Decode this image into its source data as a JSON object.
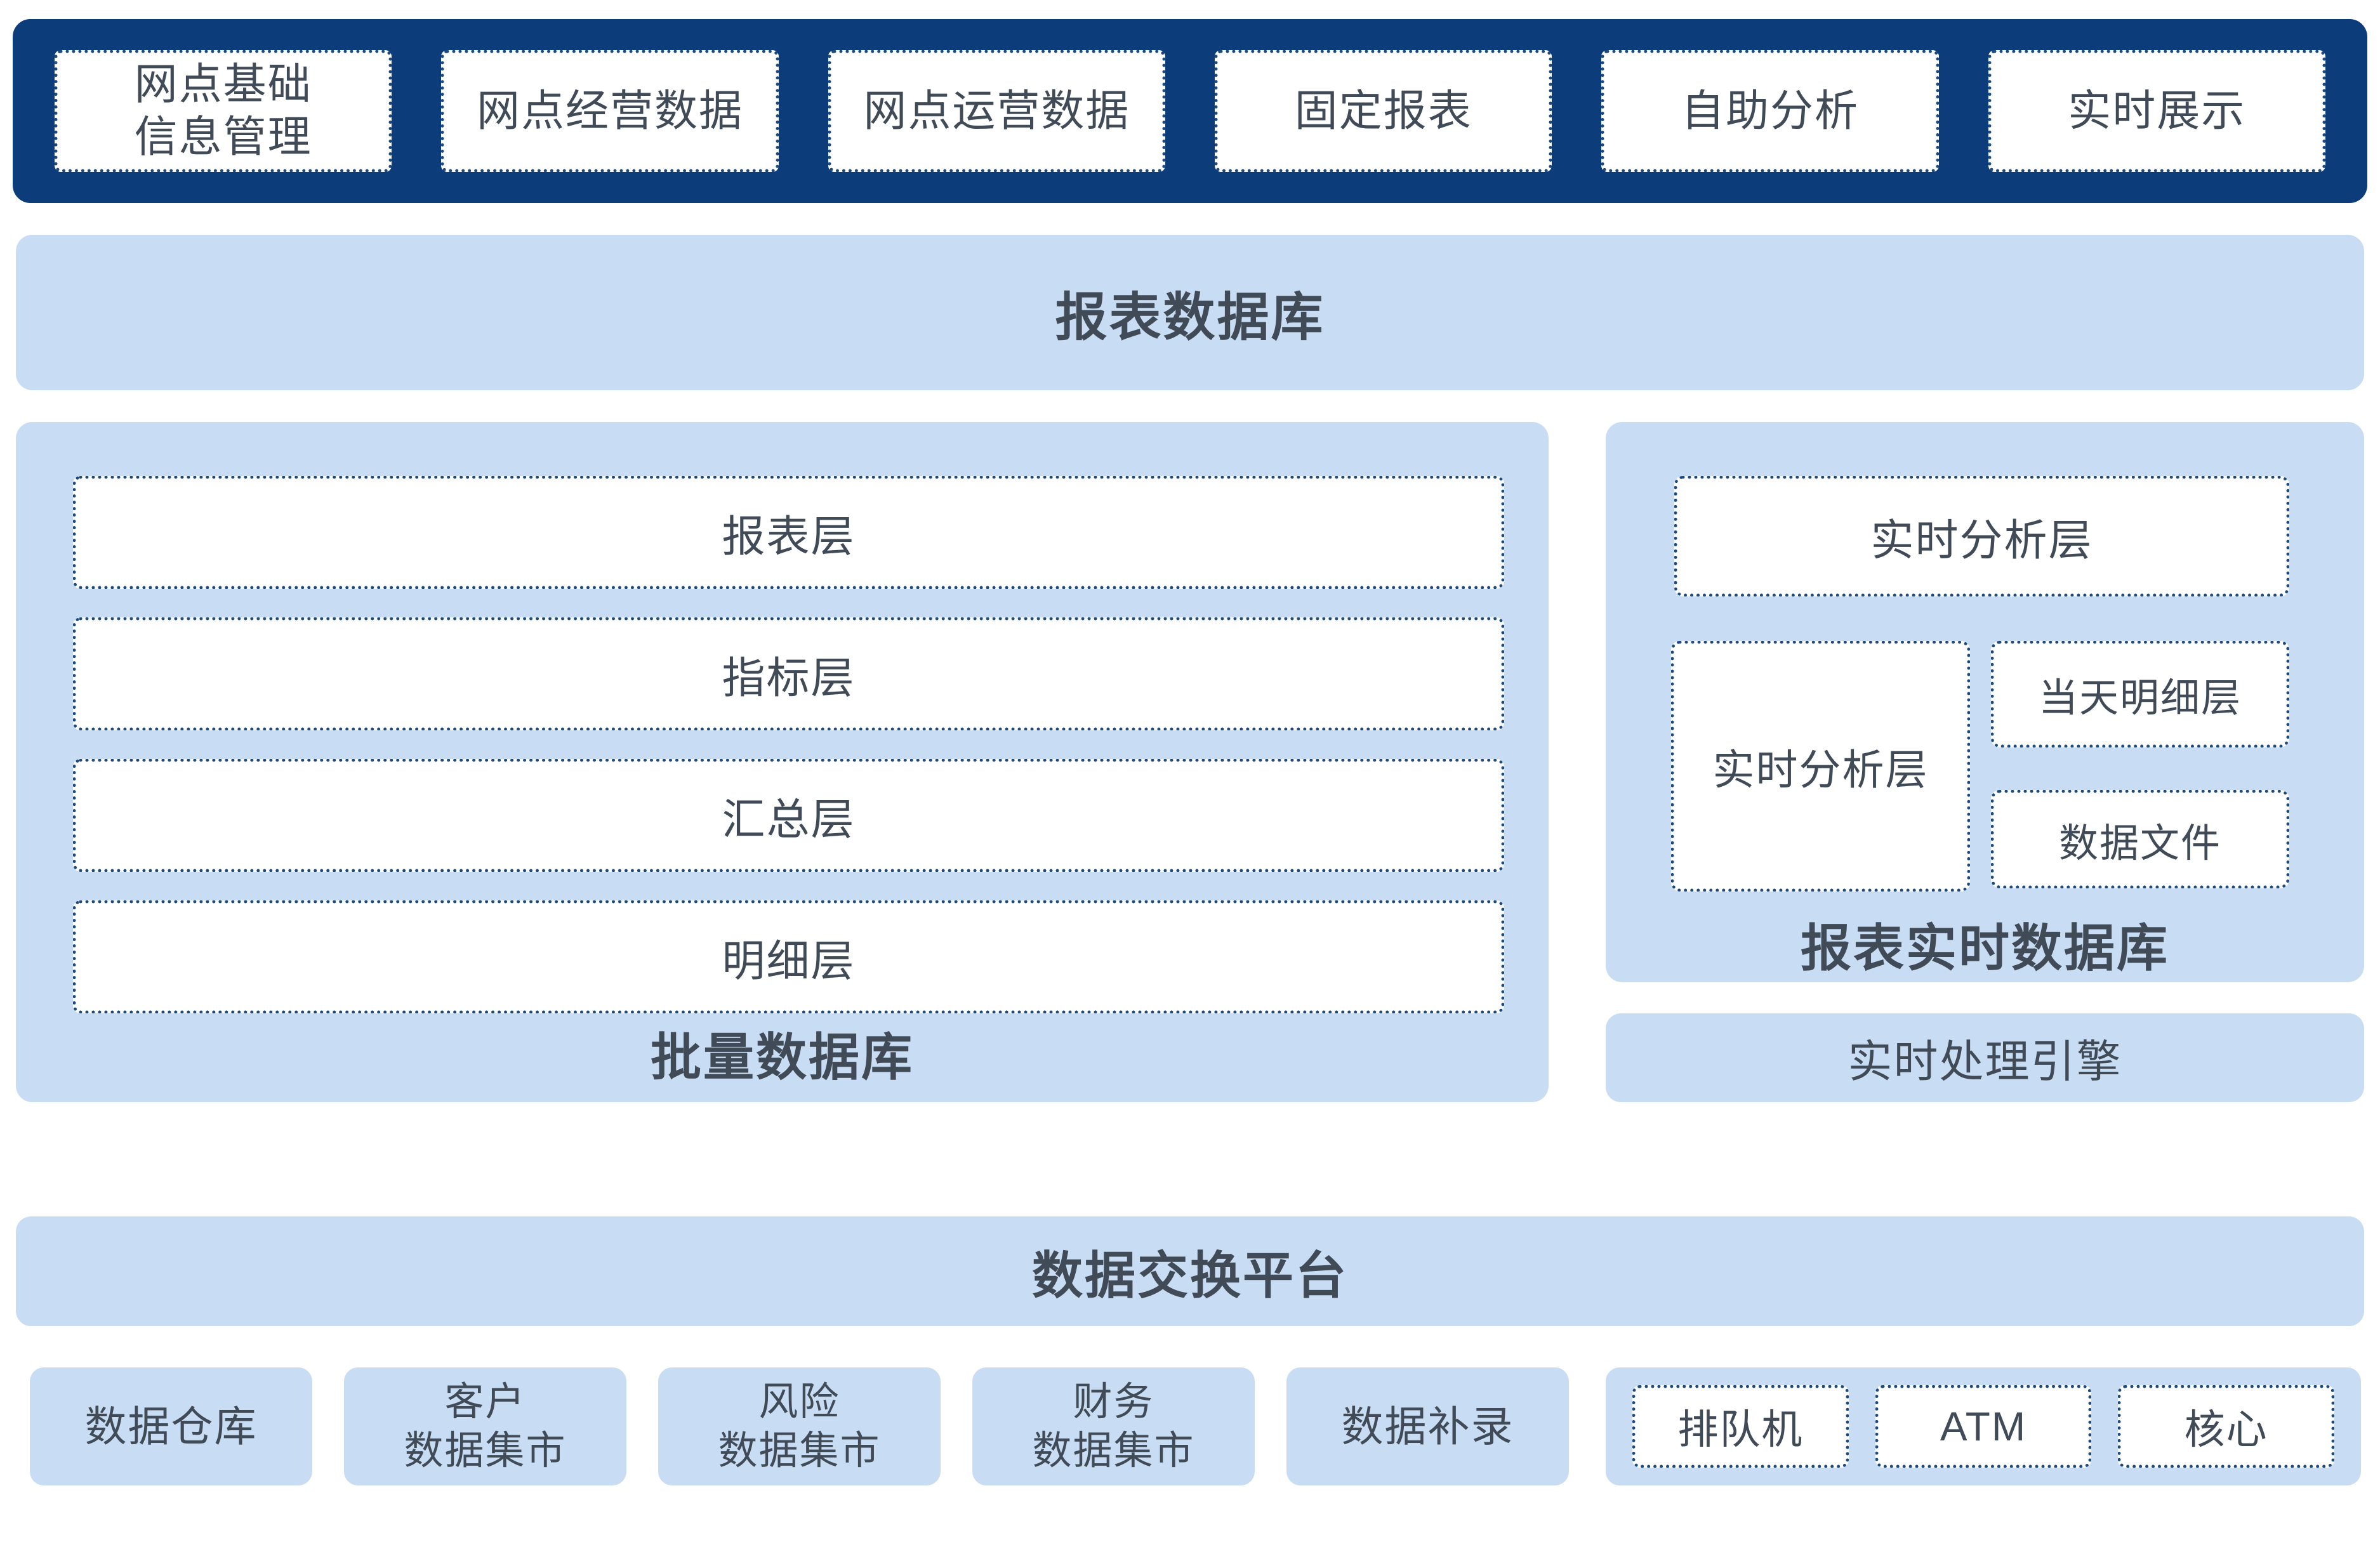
{
  "colors": {
    "navy": "#0d3c7a",
    "light_blue": "#c8ddf3",
    "border_navy": "#1d4a7c",
    "text": "#414b57"
  },
  "top_bar": {
    "items": [
      "网点基础\n信息管理",
      "网点经营数据",
      "网点运营数据",
      "固定报表",
      "自助分析",
      "实时展示"
    ]
  },
  "report_db_band": {
    "label": "报表数据库"
  },
  "batch_db": {
    "title": "批量数据库",
    "layers": [
      "报表层",
      "指标层",
      "汇总层",
      "明细层"
    ]
  },
  "realtime_db": {
    "title": "报表实时数据库",
    "top_layer": "实时分析层",
    "left_layer": "实时分析层",
    "right_layers": [
      "当天明细层",
      "数据文件"
    ]
  },
  "realtime_engine": {
    "label": "实时处理引擎"
  },
  "exchange_band": {
    "label": "数据交换平台"
  },
  "bottom_row": {
    "sources": [
      "数据仓库",
      "客户\n数据集市",
      "风险\n数据集市",
      "财务\n数据集市",
      "数据补录"
    ],
    "channels": [
      "排队机",
      "ATM",
      "核心"
    ]
  }
}
